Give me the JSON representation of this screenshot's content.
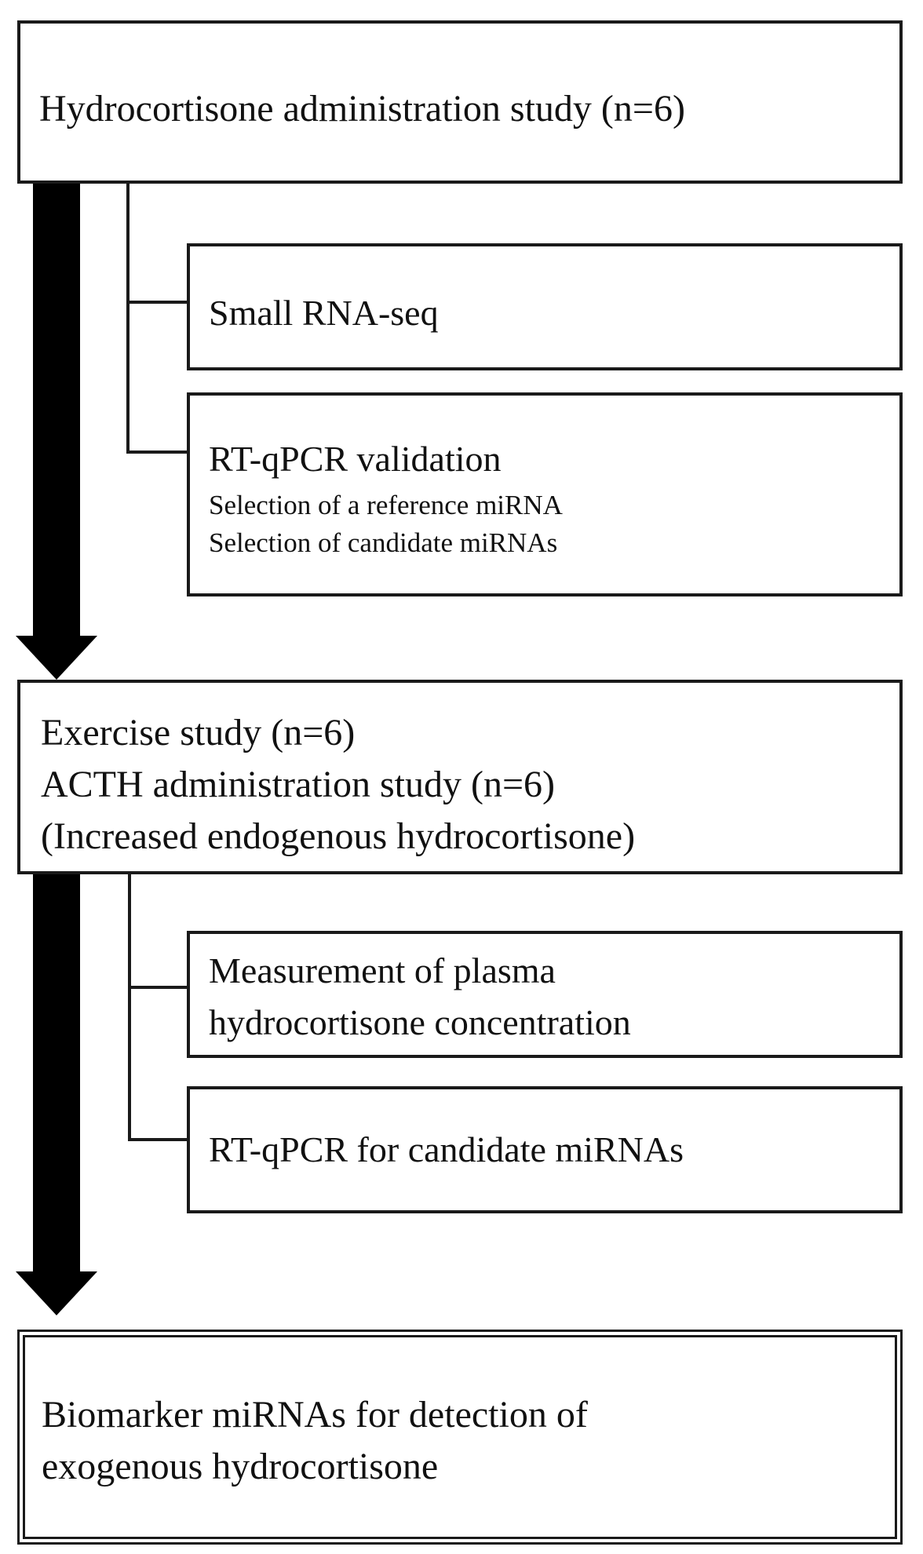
{
  "flowchart": {
    "stage1": {
      "title": "Hydrocortisone administration study (n=6)",
      "steps": [
        {
          "lines": [
            "Small RNA-seq"
          ]
        },
        {
          "lines": [
            "RT-qPCR validation"
          ],
          "details": [
            "Selection of a reference miRNA",
            "Selection of candidate miRNAs"
          ]
        }
      ]
    },
    "stage2": {
      "lines": [
        "Exercise study (n=6)",
        "ACTH administration study (n=6)",
        "(Increased endogenous hydrocortisone)"
      ],
      "steps": [
        {
          "lines": [
            "Measurement of plasma",
            "hydrocortisone concentration"
          ]
        },
        {
          "lines": [
            "RT-qPCR for candidate miRNAs"
          ]
        }
      ]
    },
    "result": {
      "lines": [
        "Biomarker miRNAs for detection of",
        "exogenous hydrocortisone"
      ]
    }
  }
}
